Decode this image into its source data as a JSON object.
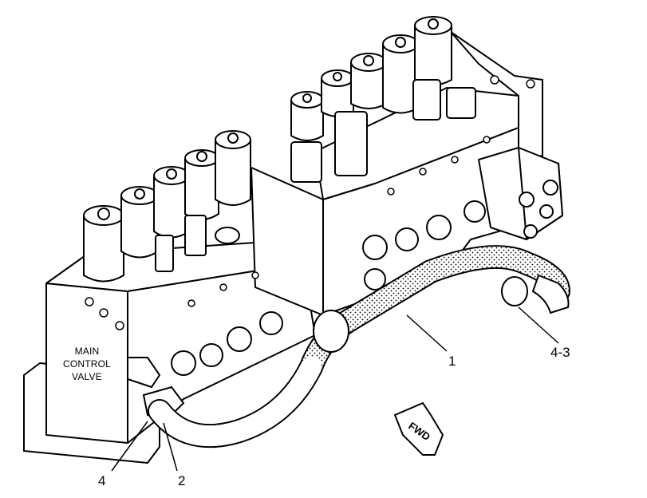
{
  "diagram": {
    "body_label_lines": [
      "MAIN",
      "CONTROL",
      "VALVE"
    ],
    "direction_label": "FWD",
    "callouts": [
      "1",
      "2",
      "4",
      "4-3"
    ]
  },
  "colors": {
    "line": "#000000",
    "background": "#ffffff"
  }
}
